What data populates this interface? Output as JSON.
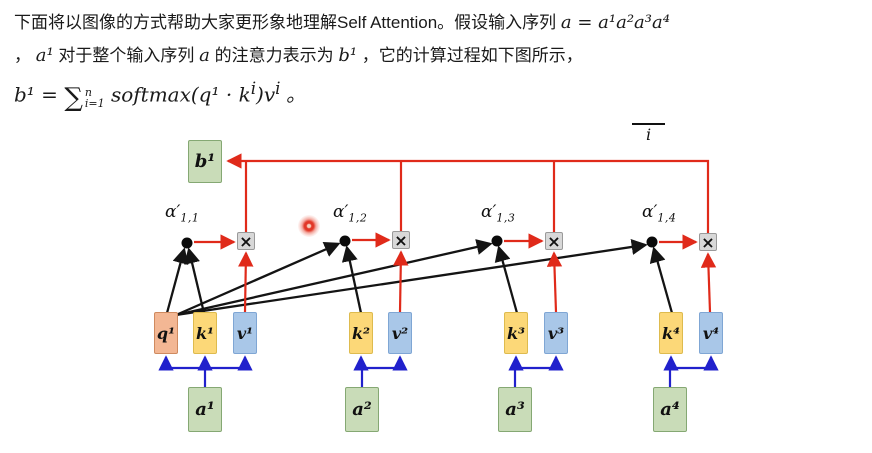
{
  "text": {
    "l1a": "下面将以图像的方式帮助大家更形象地理解Self Attention。假设输入序列 ",
    "l1b": "a = a¹a²a³a⁴",
    "l2a": "， ",
    "l2b": "a¹",
    "l2c": " 对于整个输入序列 ",
    "l2d": "a",
    "l2e": " 的注意力表示为 ",
    "l2f": "b¹",
    "l2g": " ，它的计算过程如下图所示，",
    "l3_b": "b¹",
    "l3_eq": " = ",
    "l3_sum": "∑",
    "l3_sum_top": "n",
    "l3_sum_bot": "i=1",
    "l3_r1": " softmax(q¹ · k",
    "l3_sup1": "i",
    "l3_r2": ")v",
    "l3_sup2": "i",
    "l3_end": " 。"
  },
  "diagram": {
    "i_header": "i",
    "b1_label": "b¹",
    "times_label": "×",
    "alpha_base": "α′",
    "alphas": [
      "1,1",
      "1,2",
      "1,3",
      "1,4"
    ],
    "qkv_labels": {
      "q1": "q¹",
      "k1": "k¹",
      "v1": "v¹",
      "k2": "k²",
      "v2": "v²",
      "k3": "k³",
      "v3": "v³",
      "k4": "k⁴",
      "v4": "v⁴"
    },
    "a_labels": {
      "a1": "a¹",
      "a2": "a²",
      "a3": "a³",
      "a4": "a⁴"
    },
    "colors": {
      "red_line": "#e02a1a",
      "blue_arrow": "#2121cc",
      "black_line": "#141414",
      "green_box": "#c9dcb8",
      "q_box": "#f3b794",
      "k_box": "#fcd878",
      "v_box": "#a9c7e8",
      "times_box": "#d8d8d8"
    }
  }
}
